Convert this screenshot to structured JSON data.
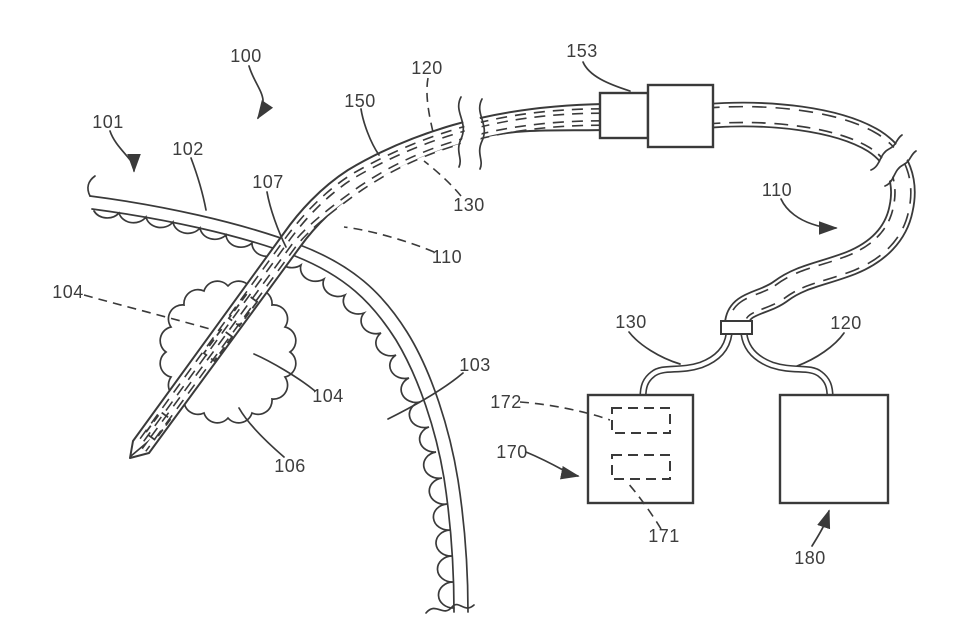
{
  "figure": {
    "kind": "patent-medical-device-diagram",
    "colors": {
      "line": "#3a3a3a",
      "label": "#3d3d3d",
      "background": "#ffffff"
    },
    "labels": {
      "n100": "100",
      "n101": "101",
      "n102": "102",
      "n103": "103",
      "n104_left": "104",
      "n104_right": "104",
      "n106": "106",
      "n107": "107",
      "n110_left": "110",
      "n110_right": "110",
      "n120_top": "120",
      "n120_bottom": "120",
      "n130_top": "130",
      "n130_bottom": "130",
      "n150": "150",
      "n153": "153",
      "n170": "170",
      "n171": "171",
      "n172": "172",
      "n180": "180"
    }
  }
}
